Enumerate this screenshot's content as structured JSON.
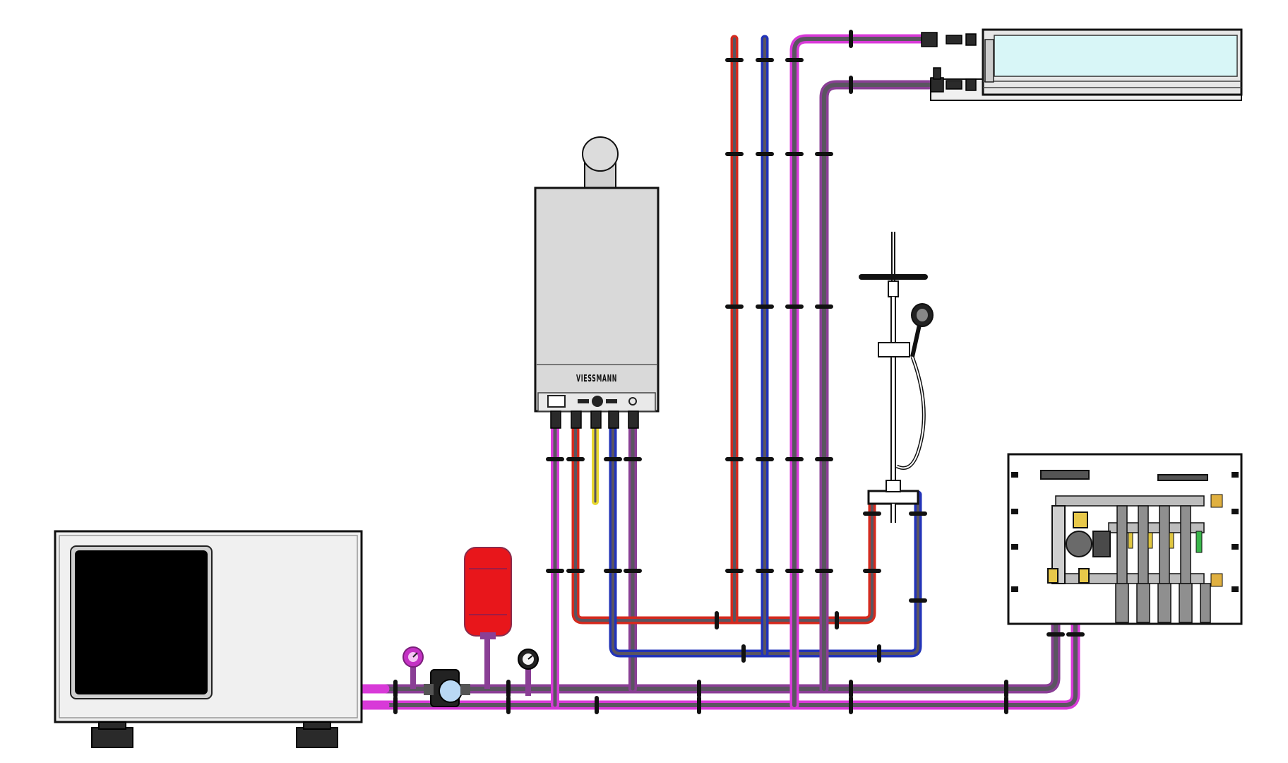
{
  "boiler": {
    "brand_label": "VIESSMANN"
  },
  "colors": {
    "hot": "#d42a1e",
    "cold": "#2233b8",
    "heating_flow": "#d83ad8",
    "heating_return": "#8a3f95",
    "gas": "#e8d830",
    "expansion_tank": "#e8161b",
    "fan_coil_panel": "#d8f6f7",
    "appliance_body": "#d9d9d9"
  },
  "components": {
    "heat_pump": "outdoor-heat-pump-unit",
    "boiler": "wall-mounted-gas-boiler",
    "fan_coil": "ducted-fan-coil-unit",
    "shower": "shower-set",
    "manifold": "underfloor-heating-manifold",
    "expansion_tank": "expansion-vessel",
    "pump": "circulation-pump",
    "gauges": [
      "pressure-gauge-icon",
      "thermometer-gauge-icon"
    ]
  }
}
